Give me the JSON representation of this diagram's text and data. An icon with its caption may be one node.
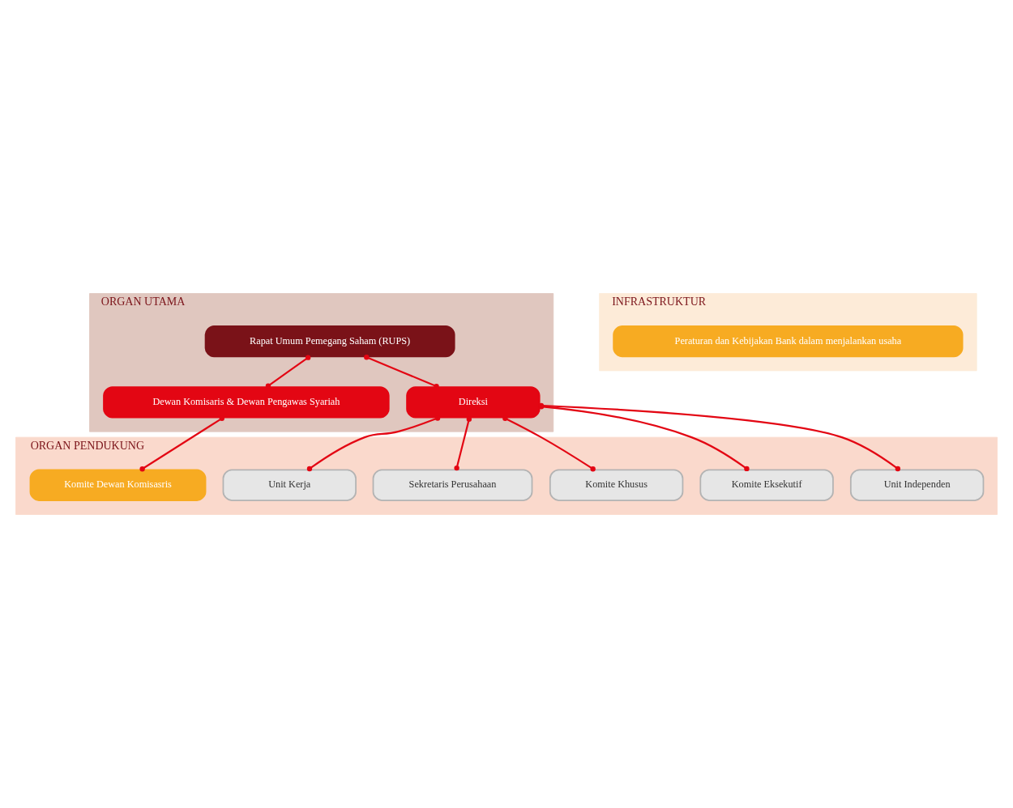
{
  "diagram": {
    "nodes": [
      {
        "text": [
          "ORGAN UTAMA"
        ]
      },
      {
        "text": [
          "Rapat Umum Pemegang Saham (RUPS)"
        ],
        "in": 0
      },
      {
        "text": [
          "Dewan Komisaris & Dewan Pengawas Syariah"
        ],
        "in": 0
      },
      {
        "text": [
          "Direksi"
        ],
        "in": 0
      },
      {
        "text": [
          "ORGAN PENDUKUNG"
        ]
      },
      {
        "text": [
          "Komite Dewan Komisasris"
        ],
        "in": 4
      },
      {
        "text": [
          "Komite Eksekutif"
        ],
        "in": 4
      },
      {
        "text": [
          "Komite Khusus"
        ],
        "in": 4
      },
      {
        "text": [
          "Sekretaris Perusahaan"
        ],
        "in": 4
      },
      {
        "text": [
          "Unit Kerja"
        ],
        "in": 4
      },
      {
        "text": [
          "Unit Independen"
        ],
        "in": 4
      },
      {
        "text": [
          "INFRASTRUKTUR"
        ]
      },
      {
        "text": [
          "Peraturan dan Kebijakan Bank dalam menjalankan usaha"
        ],
        "in": 11
      }
    ],
    "edges": [
      {
        "from": 1,
        "to": 2,
        "arrow": "other"
      },
      {
        "from": 1,
        "to": 3,
        "arrow": "other"
      },
      {
        "from": 2,
        "to": 5,
        "arrow": "other"
      },
      {
        "from": 3,
        "to": 6,
        "arrow": "other"
      },
      {
        "from": 3,
        "to": 7,
        "arrow": "other"
      },
      {
        "from": 3,
        "to": 8,
        "arrow": "other"
      },
      {
        "from": 3,
        "to": 9,
        "arrow": "other"
      },
      {
        "from": 3,
        "to": 10,
        "arrow": "other"
      }
    ]
  }
}
